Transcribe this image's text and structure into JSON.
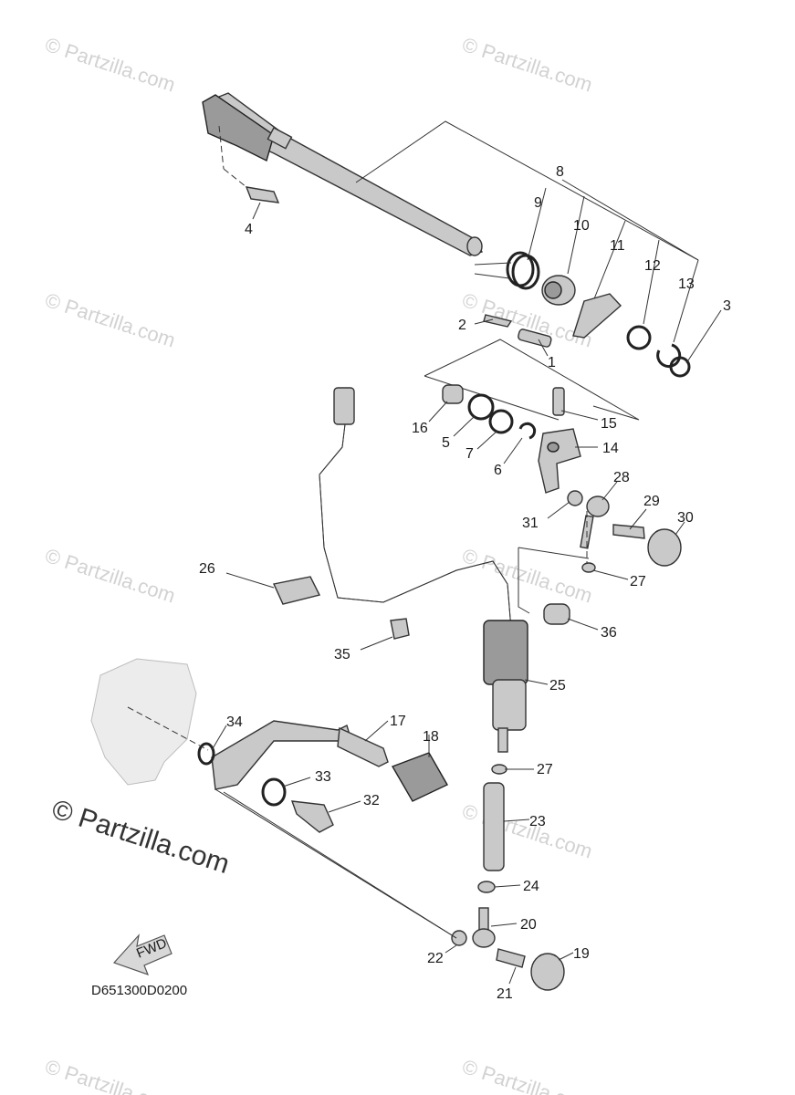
{
  "diagram_code": "D651300D0200",
  "direction_label": "FWD",
  "watermark_text": "© Partzilla.com",
  "callouts": [
    "1",
    "2",
    "3",
    "4",
    "5",
    "6",
    "7",
    "8",
    "9",
    "10",
    "11",
    "12",
    "13",
    "14",
    "15",
    "16",
    "17",
    "18",
    "19",
    "20",
    "21",
    "22",
    "23",
    "24",
    "25",
    "26",
    "27",
    "27",
    "28",
    "29",
    "30",
    "31",
    "32",
    "33",
    "34",
    "35",
    "36"
  ]
}
